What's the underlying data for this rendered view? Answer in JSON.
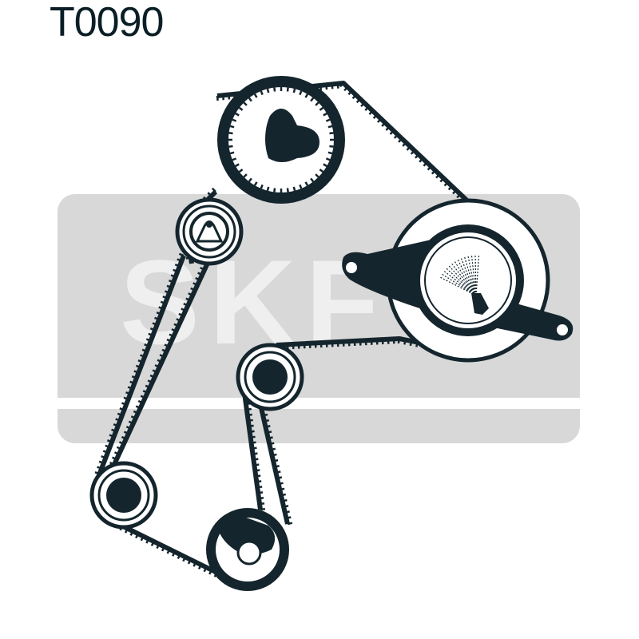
{
  "part_code": "T0090",
  "watermark_text": "SKF",
  "colors": {
    "ink": "#14252d",
    "watermark_gray": "#d8d8d8",
    "watermark_light": "#efefef",
    "background": "#ffffff"
  },
  "components": [
    {
      "id": "camshaft-sprocket",
      "kind": "toothed-sprocket"
    },
    {
      "id": "idler-top-left",
      "kind": "idler-pulley"
    },
    {
      "id": "tensioner",
      "kind": "tensioner-pulley"
    },
    {
      "id": "idler-middle",
      "kind": "idler-pulley"
    },
    {
      "id": "idler-bottom-left",
      "kind": "idler-pulley"
    },
    {
      "id": "crankshaft-sprocket",
      "kind": "toothed-sprocket"
    }
  ]
}
